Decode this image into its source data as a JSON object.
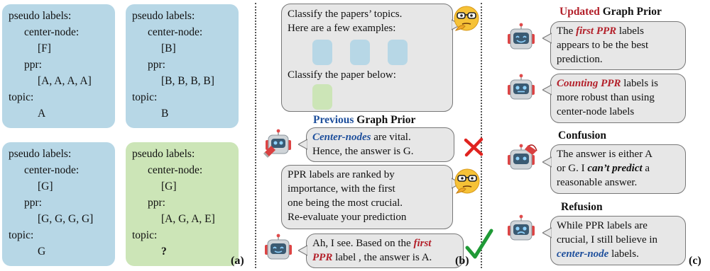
{
  "panel_a": {
    "cards": [
      {
        "lines": [
          "pseudo labels:",
          "center-node:",
          "[F]",
          "ppr:",
          "[A, A, A, A]",
          "topic:",
          "A"
        ]
      },
      {
        "lines": [
          "pseudo labels:",
          "center-node:",
          "[B]",
          "ppr:",
          "[B, B, B, B]",
          "topic:",
          "B"
        ]
      },
      {
        "lines": [
          "pseudo labels:",
          "center-node:",
          "[G]",
          "ppr:",
          "[G, G, G, G]",
          "topic:",
          "G"
        ]
      },
      {
        "lines": [
          "pseudo labels:",
          "center-node:",
          "[G]",
          "ppr:",
          "[A, G, A, E]",
          "topic:",
          "?"
        ]
      }
    ],
    "tag": "(a)"
  },
  "panel_b": {
    "prompt_line1": "Classify the papers’ topics.",
    "prompt_line2": "Here are a few examples:",
    "prompt_line3": "Classify the paper below:",
    "header_word": "Previous",
    "header_rest": " Graph Prior",
    "robot1_emph": "Center-nodes",
    "robot1_rest": " are vital.",
    "robot1_line2": "Hence, the answer is G.",
    "hint_line1": "PPR labels are ranked by",
    "hint_line2": "importance, with the first",
    "hint_line3": "one being the most crucial.",
    "hint_line4": "Re-evaluate your prediction",
    "robot2_line1a": "Ah, I see. Based on the ",
    "robot2_line1b": "first",
    "robot2_line2a": "PPR",
    "robot2_line2b": " label , the answer is A.",
    "tag": "(b)"
  },
  "panel_c": {
    "header_word": "Updated",
    "header_rest": " Graph Prior",
    "b1_a": "The ",
    "b1_emph": "first PPR",
    "b1_b": " labels",
    "b1_l2": "appears to be the best",
    "b1_l3": "prediction.",
    "b2_emph": "Counting PPR",
    "b2_b": " labels is",
    "b2_l2": "more robust than using",
    "b2_l3": "center-node labels",
    "confusion_header": "Confusion",
    "b3_l1": "The answer is either A",
    "b3_l2a": "or G. I ",
    "b3_l2b": "can’t predict",
    "b3_l2c": " a",
    "b3_l3": "reasonable answer.",
    "refusion_header": "Refusion",
    "b4_l1": "While PPR labels are",
    "b4_l2": "crucial, I still believe in",
    "b4_l3": "center-node",
    "b4_l3b": " labels.",
    "tag": "(c)"
  },
  "colors": {
    "card_blue": "#b7d7e6",
    "card_green": "#cce5b7",
    "accent_blue": "#1e4f9c",
    "accent_red": "#b3202a"
  }
}
